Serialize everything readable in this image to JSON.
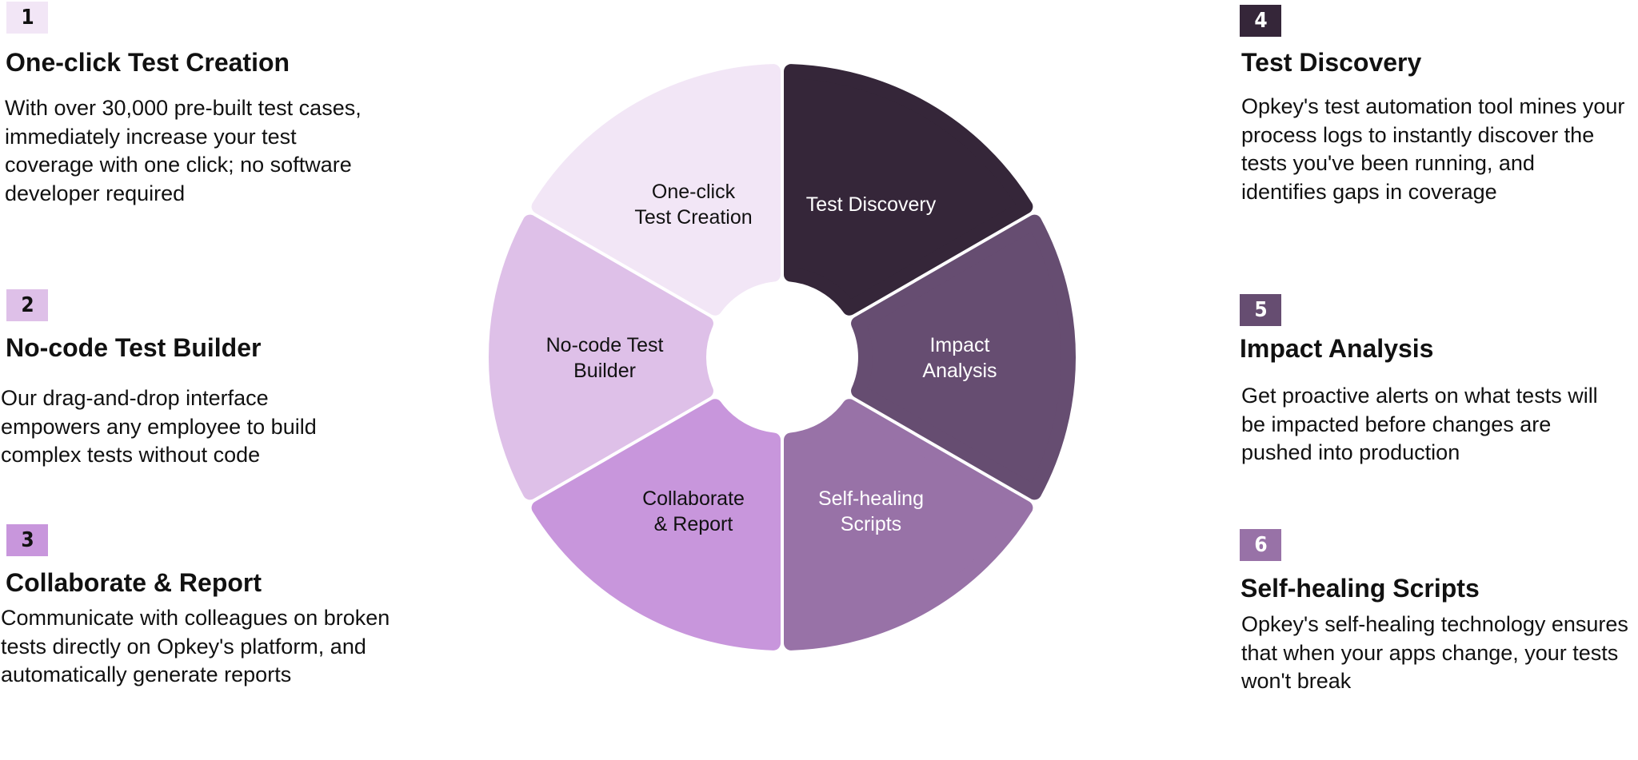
{
  "features": [
    {
      "number": "1",
      "title": "One-click Test Creation",
      "description": "With over 30,000 pre-built test cases, immediately increase your test coverage with one click; no software developer required",
      "segment_label": [
        "One-click",
        "Test Creation"
      ],
      "color": "#F2E6F6",
      "badge_text_color": "#111111",
      "segment_text_color": "#111111"
    },
    {
      "number": "2",
      "title": "No-code Test Builder",
      "description": "Our drag-and-drop interface empowers any employee to build complex tests without code",
      "segment_label": [
        "No-code Test",
        "Builder"
      ],
      "color": "#DEC0E8",
      "badge_text_color": "#111111",
      "segment_text_color": "#111111"
    },
    {
      "number": "3",
      "title": "Collaborate & Report",
      "description": "Communicate with colleagues on broken tests directly on Opkey's platform, and automatically generate reports",
      "segment_label": [
        "Collaborate",
        "& Report"
      ],
      "color": "#C896DC",
      "badge_text_color": "#111111",
      "segment_text_color": "#111111"
    },
    {
      "number": "4",
      "title": "Test Discovery",
      "description": "Opkey's test automation tool mines your process logs to instantly discover the tests you've been running, and identifies gaps in coverage",
      "segment_label": [
        "Test Discovery"
      ],
      "color": "#352639",
      "badge_text_color": "#ffffff",
      "segment_text_color": "#ffffff"
    },
    {
      "number": "5",
      "title": "Impact Analysis",
      "description": "Get proactive alerts on what tests will be impacted before changes are pushed into production",
      "segment_label": [
        "Impact",
        "Analysis"
      ],
      "color": "#664D71",
      "badge_text_color": "#ffffff",
      "segment_text_color": "#ffffff"
    },
    {
      "number": "6",
      "title": "Self-healing Scripts",
      "description": "Opkey's self-healing technology ensures that when your apps change, your tests won't break",
      "segment_label": [
        "Self-healing",
        "Scripts"
      ],
      "color": "#9872A7",
      "badge_text_color": "#ffffff",
      "segment_text_color": "#ffffff"
    }
  ]
}
